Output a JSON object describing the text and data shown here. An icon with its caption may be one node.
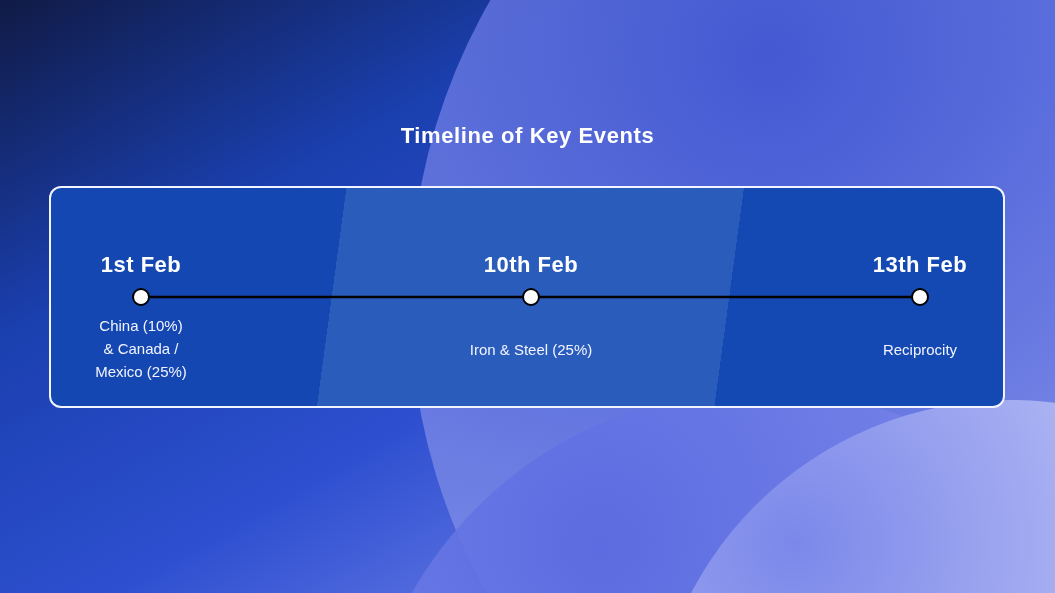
{
  "diagram": {
    "title": "Timeline of Key Events",
    "nodes": [
      {
        "text": [],
        "shape": "box"
      },
      {
        "text": [],
        "shape": "circle",
        "in": 0,
        "beside": [
          "1st Feb",
          "China (10%) & Canada / Mexico (25%)"
        ]
      },
      {
        "text": [],
        "shape": "circle",
        "in": 0,
        "beside": [
          "10th Feb",
          "Iron & Steel (25%)"
        ]
      },
      {
        "text": [],
        "shape": "circle",
        "in": 0,
        "beside": [
          "13th Feb",
          "Reciprocity"
        ]
      }
    ],
    "edges": [
      {
        "from": 1,
        "to": 2,
        "arrow": "none"
      },
      {
        "from": 2,
        "to": 3,
        "arrow": "none"
      }
    ]
  }
}
